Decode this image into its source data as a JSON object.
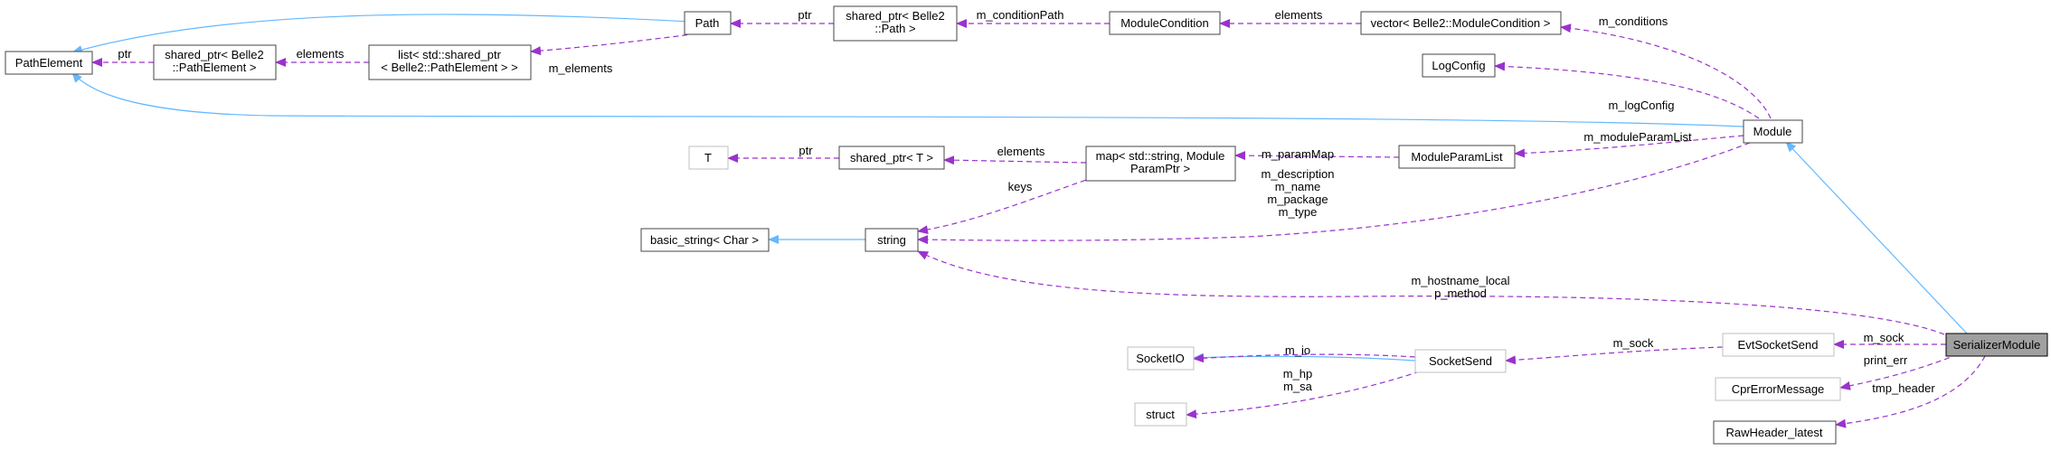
{
  "colors": {
    "node_fill": "#ffffff",
    "node_border": "#404040",
    "focus_fill": "#a0a0a0",
    "inherit_edge": "#63b8ff",
    "member_edge": "#9a32cd"
  },
  "nodes": {
    "pathelement": [
      "PathElement"
    ],
    "sp_pathelement": [
      "shared_ptr< Belle2",
      "::PathElement >"
    ],
    "list_pathelement": [
      "list< std::shared_ptr",
      "< Belle2::PathElement > >"
    ],
    "path": [
      "Path"
    ],
    "sp_path": [
      "shared_ptr< Belle2",
      "::Path >"
    ],
    "modulecondition": [
      "ModuleCondition"
    ],
    "vector_modcond": [
      "vector< Belle2::ModuleCondition >"
    ],
    "logconfig": [
      "LogConfig"
    ],
    "module": [
      "Module"
    ],
    "t": [
      "T"
    ],
    "sp_t": [
      "shared_ptr< T >"
    ],
    "map_param": [
      "map< std::string, Module",
      "ParamPtr >"
    ],
    "moduleparamlist": [
      "ModuleParamList"
    ],
    "basic_string": [
      "basic_string< Char >"
    ],
    "string": [
      "string"
    ],
    "socketio": [
      "SocketIO"
    ],
    "socketsend": [
      "SocketSend"
    ],
    "evtsocketsend": [
      "EvtSocketSend"
    ],
    "serializermodule": [
      "SerializerModule"
    ],
    "cprerrormessage": [
      "CprErrorMessage"
    ],
    "struct": [
      "struct"
    ],
    "rawheader": [
      "RawHeader_latest"
    ]
  },
  "edge_labels": {
    "ptr_pathelement": [
      "ptr"
    ],
    "elements_list": [
      "elements"
    ],
    "m_elements": [
      "m_elements"
    ],
    "ptr_path": [
      "ptr"
    ],
    "m_conditionpath": [
      "m_conditionPath"
    ],
    "elements_vector": [
      "elements"
    ],
    "m_conditions": [
      "m_conditions"
    ],
    "m_logconfig": [
      "m_logConfig"
    ],
    "ptr_t": [
      "ptr"
    ],
    "elements_map": [
      "elements"
    ],
    "m_parammap": [
      "m_paramMap"
    ],
    "m_moduleparamlist": [
      "m_moduleParamList"
    ],
    "keys": [
      "keys"
    ],
    "module_strings": [
      "m_description",
      "m_name",
      "m_package",
      "m_type"
    ],
    "serializer_strings": [
      "m_hostname_local",
      "p_method"
    ],
    "m_io": [
      "m_io"
    ],
    "m_sock_socketsend": [
      "m_sock"
    ],
    "m_sock_evt": [
      "m_sock"
    ],
    "print_err": [
      "print_err"
    ],
    "m_hp_sa": [
      "m_hp",
      "m_sa"
    ],
    "tmp_header": [
      "tmp_header"
    ]
  }
}
